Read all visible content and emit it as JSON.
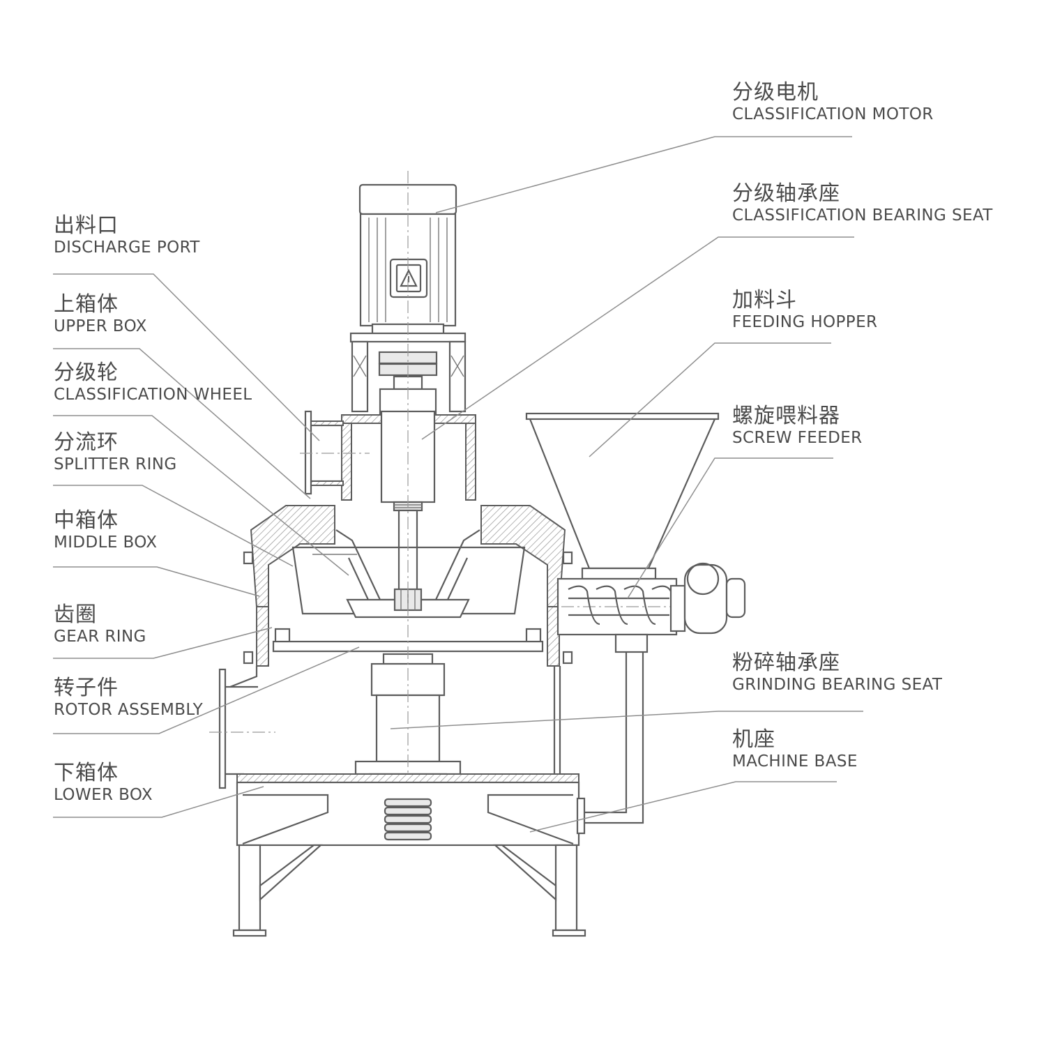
{
  "labels": {
    "discharge_port": {
      "cn": "出料口",
      "en": "DISCHARGE PORT"
    },
    "upper_box": {
      "cn": "上箱体",
      "en": "UPPER BOX"
    },
    "classification_wheel": {
      "cn": "分级轮",
      "en": "CLASSIFICATION WHEEL"
    },
    "splitter_ring": {
      "cn": "分流环",
      "en": "SPLITTER RING"
    },
    "middle_box": {
      "cn": "中箱体",
      "en": "MIDDLE BOX"
    },
    "gear_ring": {
      "cn": "齿圈",
      "en": "GEAR RING"
    },
    "rotor_assembly": {
      "cn": "转子件",
      "en": "ROTOR ASSEMBLY"
    },
    "lower_box": {
      "cn": "下箱体",
      "en": "LOWER BOX"
    },
    "classification_motor": {
      "cn": "分级电机",
      "en": "CLASSIFICATION MOTOR"
    },
    "classification_bearing_seat": {
      "cn": "分级轴承座",
      "en": "CLASSIFICATION BEARING SEAT"
    },
    "feeding_hopper": {
      "cn": "加料斗",
      "en": "FEEDING HOPPER"
    },
    "screw_feeder": {
      "cn": "螺旋喂料器",
      "en": "SCREW FEEDER"
    },
    "grinding_bearing_seat": {
      "cn": "粉碎轴承座",
      "en": "GRINDING BEARING SEAT"
    },
    "machine_base": {
      "cn": "机座",
      "en": "MACHINE BASE"
    }
  }
}
